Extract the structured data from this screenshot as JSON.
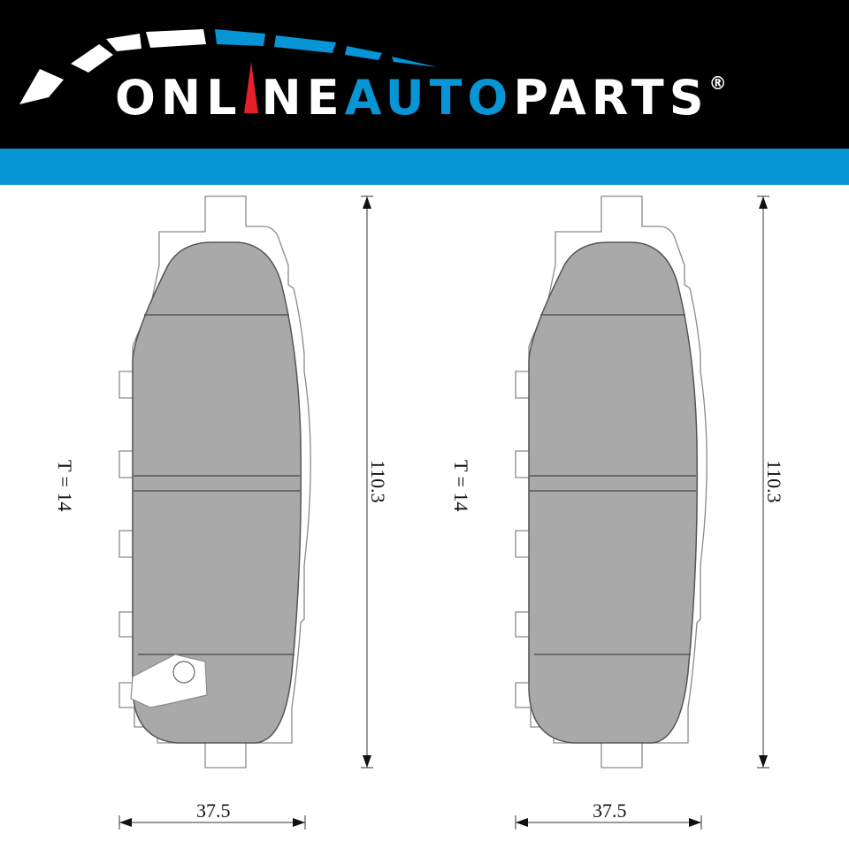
{
  "brand": {
    "name_part1": "ONL",
    "name_part2": "NE",
    "name_part3": "AUTO",
    "name_part4": "PARTS",
    "registered": "®",
    "colors": {
      "banner": "#000000",
      "stripe": "#0795d6",
      "accent_blue": "#0795d6",
      "needle_red": "#e4202a"
    }
  },
  "drawing": {
    "pads": [
      {
        "thickness_label": "T = 14",
        "height_label": "110.3",
        "width_label": "37.5",
        "has_wear_sensor": true
      },
      {
        "thickness_label": "T = 14",
        "height_label": "110.3",
        "width_label": "37.5",
        "has_wear_sensor": false
      }
    ],
    "colors": {
      "friction_material": "#a9a9a9",
      "outline": "#555555"
    }
  }
}
